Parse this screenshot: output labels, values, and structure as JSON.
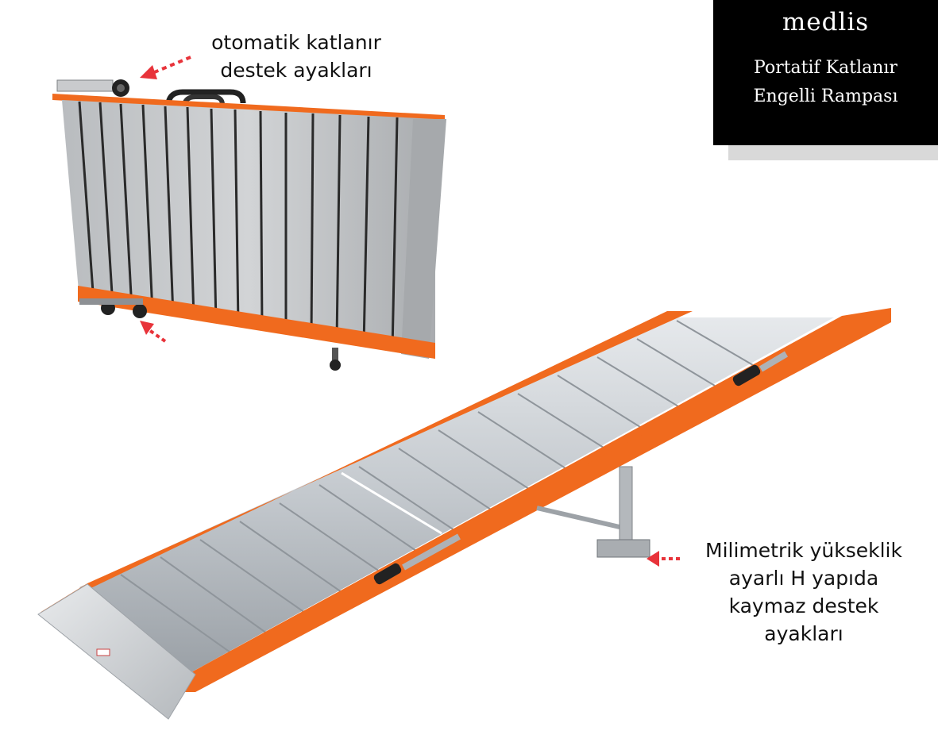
{
  "brand": {
    "name": "medlis",
    "subtitle_lines": [
      "Portatif Katlanır",
      "Engelli Rampası"
    ]
  },
  "callouts": {
    "folding_legs": {
      "lines": [
        "otomatik katlanır",
        "destek ayakları"
      ]
    },
    "support_legs": {
      "lines": [
        "Milimetrik yükseklik",
        "ayarlı H yapıda",
        "kaymaz destek",
        "ayakları"
      ]
    }
  },
  "colors": {
    "frame_orange": "#f06a1e",
    "deck_silver": "#c9ced3",
    "arrow_red": "#e8333a",
    "brand_box": "#000000"
  },
  "icons": [
    "arrow-left-icon",
    "arrow-up-left-icon"
  ]
}
